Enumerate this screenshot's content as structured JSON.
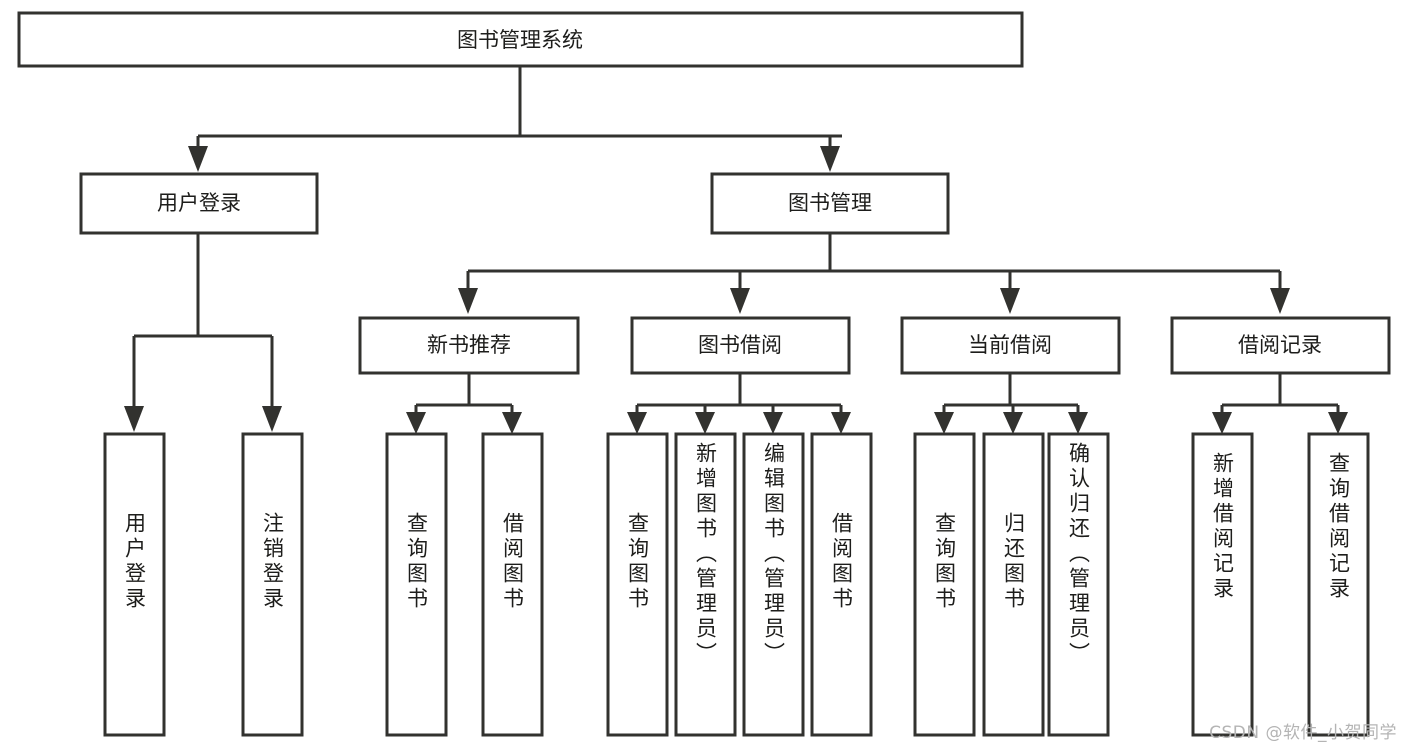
{
  "diagram": {
    "type": "tree-hierarchy",
    "title": "图书管理系统",
    "orientation": "top-down",
    "colors": {
      "stroke": "#32322f",
      "fill": "#ffffff",
      "text": "#1d1d1b",
      "watermark": "#b4b4b4",
      "background": "#ffffff"
    },
    "root": {
      "label": "图书管理系统"
    },
    "level1": [
      {
        "label": "用户登录"
      },
      {
        "label": "图书管理"
      }
    ],
    "level2": [
      {
        "label": "新书推荐"
      },
      {
        "label": "图书借阅"
      },
      {
        "label": "当前借阅"
      },
      {
        "label": "借阅记录"
      }
    ],
    "leaves": {
      "user_login": [
        {
          "label": "用户登录"
        },
        {
          "label": "注销登录"
        }
      ],
      "new_book_recommend": [
        {
          "label": "查询图书"
        },
        {
          "label": "借阅图书"
        }
      ],
      "book_borrow": [
        {
          "label": "查询图书"
        },
        {
          "label": "新增图书（管理员）"
        },
        {
          "label": "编辑图书（管理员）"
        },
        {
          "label": "借阅图书"
        }
      ],
      "current_borrow": [
        {
          "label": "查询图书"
        },
        {
          "label": "归还图书"
        },
        {
          "label": "确认归还（管理员）"
        }
      ],
      "borrow_record": [
        {
          "label": "新增借阅记录"
        },
        {
          "label": "查询借阅记录"
        }
      ]
    },
    "watermark": "CSDN @软件_小贺同学"
  }
}
